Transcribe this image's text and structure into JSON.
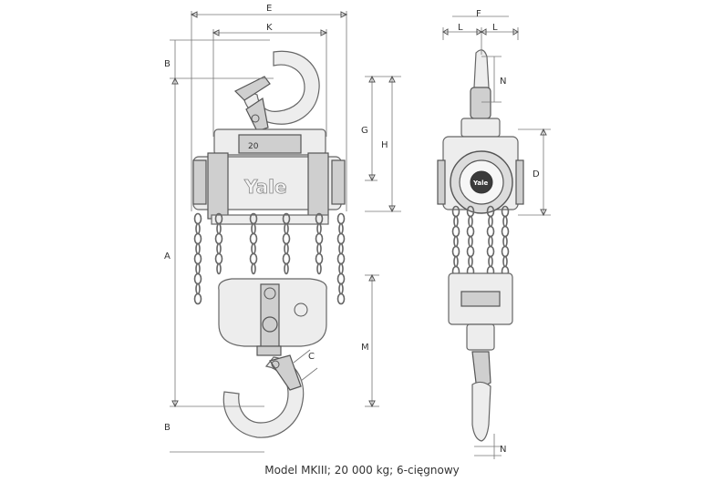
{
  "dimensions": {
    "E": "E",
    "K": "K",
    "B_top": "B",
    "A": "A",
    "B_bottom": "B",
    "G": "G",
    "H": "H",
    "M": "M",
    "C": "C",
    "F": "F",
    "L_left": "L",
    "L_right": "L",
    "N_top": "N",
    "D": "D",
    "N_bottom": "N"
  },
  "brand": {
    "front_logo": "Yale",
    "side_logo": "Yale",
    "plate_text": "20"
  },
  "caption": "Model MKIII; 20 000 kg; 6-cięgnowy"
}
